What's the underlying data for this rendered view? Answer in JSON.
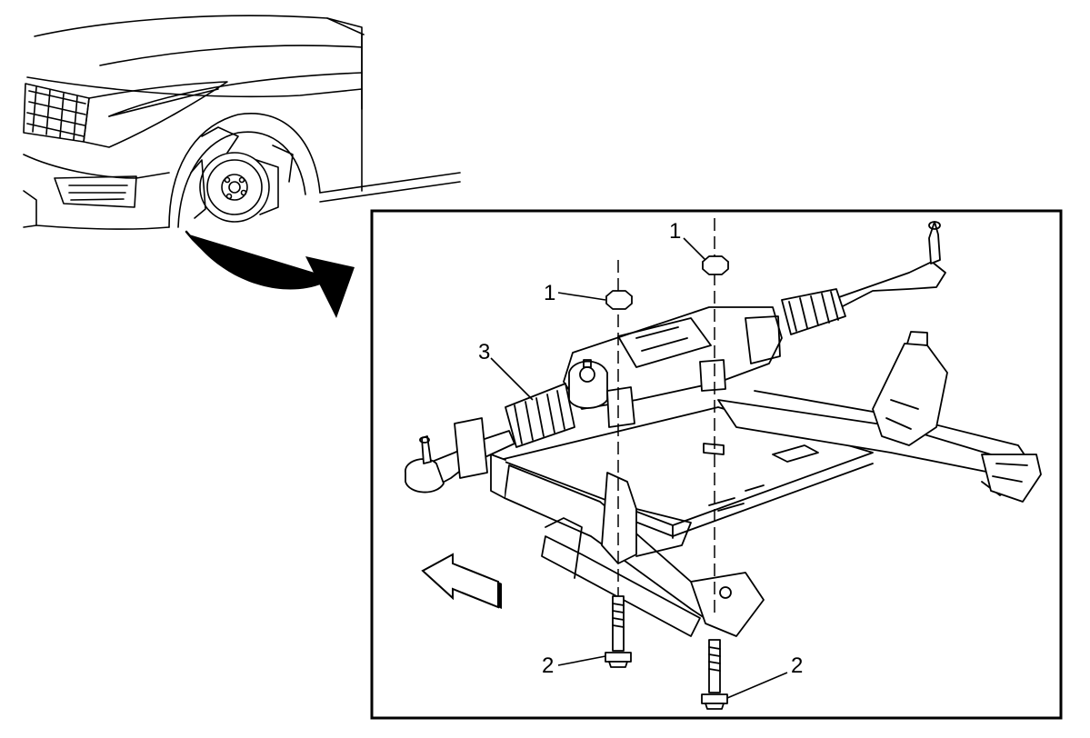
{
  "diagram": {
    "callouts": {
      "nut_left": "1",
      "nut_right": "1",
      "bolt_left": "2",
      "bolt_right": "2",
      "steering_gear": "3"
    },
    "colors": {
      "ink": "#000000",
      "background": "#ffffff"
    },
    "icons": [
      "forward-direction-arrow",
      "detail-transition-arrow"
    ]
  }
}
